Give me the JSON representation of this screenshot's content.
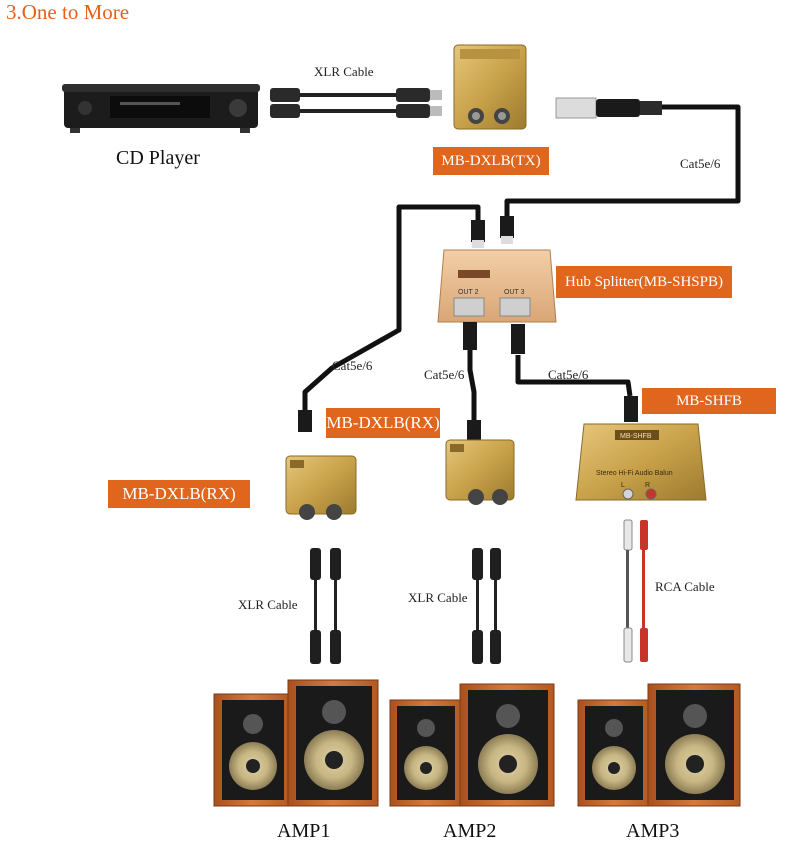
{
  "heading": "3.One to More",
  "devices": {
    "source": "CD Player",
    "transmitter": "MB-DXLB(TX)",
    "splitter": "Hub Splitter(MB-SHSPB)",
    "receiver_left": "MB-DXLB(RX)",
    "receiver_middle": "MB-DXLB(RX)",
    "receiver_rca": "MB-SHFB"
  },
  "cables": {
    "xlr_top": "XLR Cable",
    "cat_main": "Cat5e/6",
    "cat_left": "Cat5e/6",
    "cat_middle": "Cat5e/6",
    "cat_right": "Cat5e/6",
    "xlr_left": "XLR Cable",
    "xlr_middle": "XLR Cable",
    "rca": "RCA Cable"
  },
  "amps": [
    "AMP1",
    "AMP2",
    "AMP3"
  ],
  "device_prints": {
    "splitter_out2": "OUT 2",
    "splitter_out3": "OUT 3",
    "shfb_badge": "MB-SHFB",
    "shfb_text": "Stereo Hi-Fi  Audio Balun",
    "shfb_l": "L",
    "shfb_r": "R"
  },
  "colors": {
    "accent": "#e0661d",
    "heading": "#e2621b",
    "cable": "#111111",
    "gold": "#c9a24a",
    "wood": "#c4662b"
  }
}
